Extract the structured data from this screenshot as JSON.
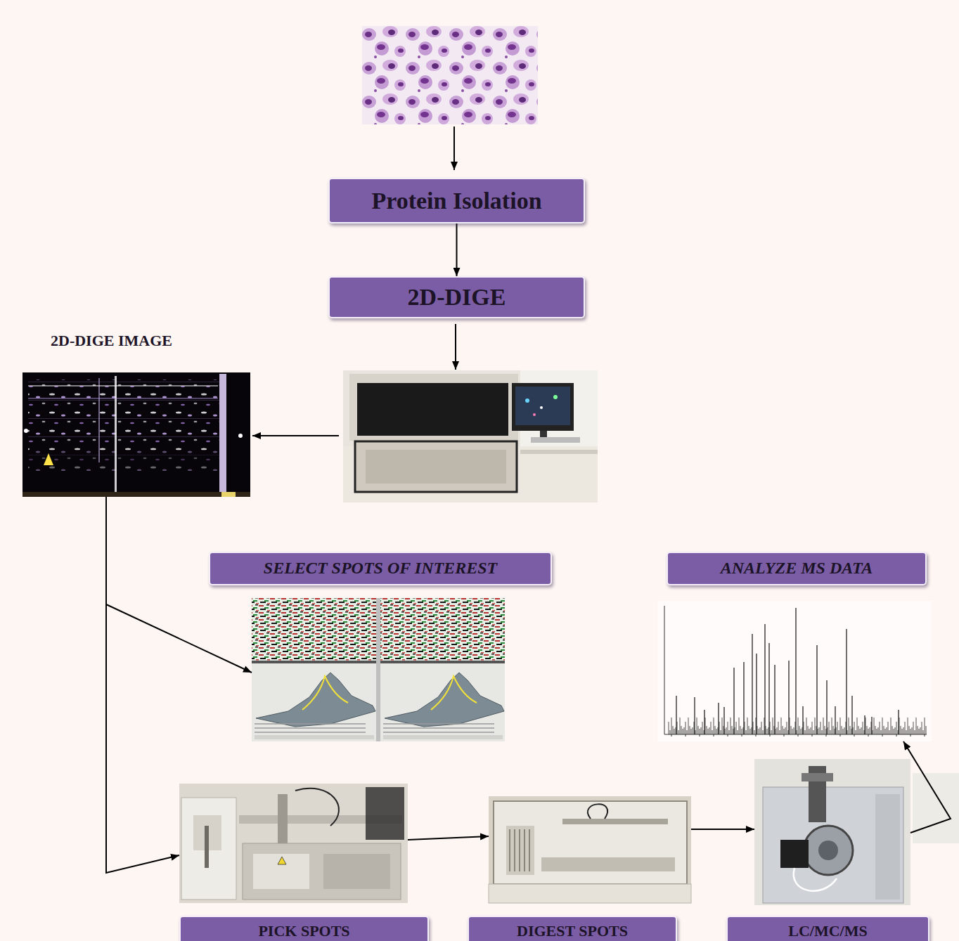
{
  "diagram": {
    "nodes": [
      {
        "text": [
          "Protein Isolation"
        ]
      },
      {
        "text": [
          "2D-DIGE"
        ]
      },
      {
        "text": [
          "2D-DIGE IMAGE"
        ]
      },
      {
        "text": [
          "SELECT SPOTS OF INTEREST"
        ]
      },
      {
        "text": [
          "ANALYZE MS DATA"
        ]
      },
      {
        "text": [
          "PICK SPOTS"
        ]
      },
      {
        "text": [
          "DIGEST SPOTS"
        ]
      },
      {
        "text": [
          "LC/MC/MS"
        ]
      }
    ],
    "edges": [
      {
        "from": 0,
        "to": 1,
        "arrow": "to"
      },
      {
        "from": 2,
        "to": 3,
        "arrow": "to"
      },
      {
        "from": 2,
        "to": 5,
        "arrow": "to"
      },
      {
        "from": 5,
        "to": 6,
        "arrow": "to"
      },
      {
        "from": 6,
        "to": 7,
        "arrow": "to"
      },
      {
        "from": 7,
        "to": 4,
        "arrow": "to"
      }
    ]
  }
}
